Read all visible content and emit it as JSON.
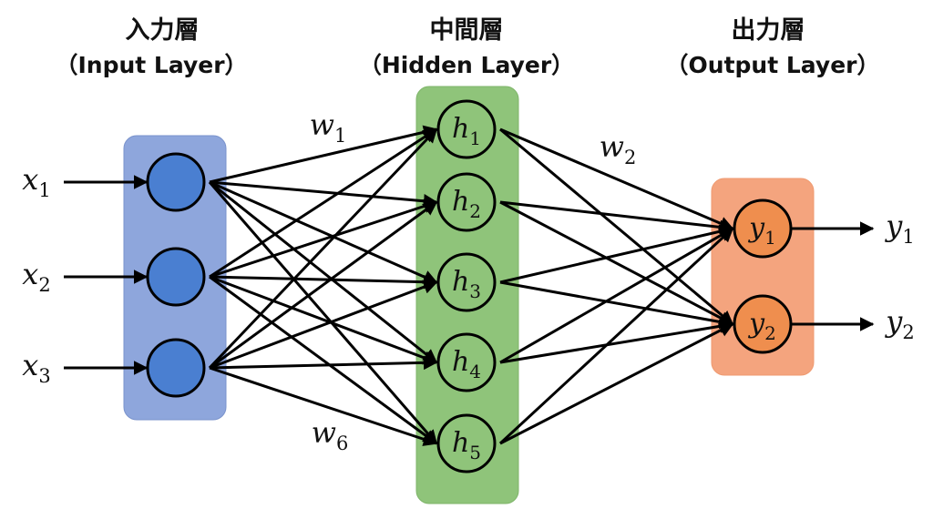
{
  "layers": [
    {
      "key": "input",
      "title_jp": "入力層",
      "title_en": "（Input Layer）",
      "panel_color": "#8ea6dc",
      "node_color": "#4a7fd1",
      "nodes": [
        {
          "label": "",
          "sub": ""
        },
        {
          "label": "",
          "sub": ""
        },
        {
          "label": "",
          "sub": ""
        }
      ]
    },
    {
      "key": "hidden",
      "title_jp": "中間層",
      "title_en": "（Hidden Layer）",
      "panel_color": "#8fc47a",
      "node_color": "#8fc47a",
      "nodes": [
        {
          "label": "h",
          "sub": "1"
        },
        {
          "label": "h",
          "sub": "2"
        },
        {
          "label": "h",
          "sub": "3"
        },
        {
          "label": "h",
          "sub": "4"
        },
        {
          "label": "h",
          "sub": "5"
        }
      ]
    },
    {
      "key": "output",
      "title_jp": "出力層",
      "title_en": "（Output Layer）",
      "panel_color": "#f4a47e",
      "node_color": "#ef8e4e",
      "nodes": [
        {
          "label": "y",
          "sub": "1"
        },
        {
          "label": "y",
          "sub": "2"
        }
      ]
    }
  ],
  "inputs": [
    {
      "label": "x",
      "sub": "1"
    },
    {
      "label": "x",
      "sub": "2"
    },
    {
      "label": "x",
      "sub": "3"
    }
  ],
  "outputs": [
    {
      "label": "y",
      "sub": "1"
    },
    {
      "label": "y",
      "sub": "2"
    }
  ],
  "weight_labels": [
    {
      "label": "w",
      "sub": "1",
      "between": "input-hidden",
      "position": "top"
    },
    {
      "label": "w",
      "sub": "6",
      "between": "input-hidden",
      "position": "bottom"
    },
    {
      "label": "w",
      "sub": "2",
      "between": "hidden-output",
      "position": "top"
    }
  ],
  "connectivity": "fully-connected"
}
